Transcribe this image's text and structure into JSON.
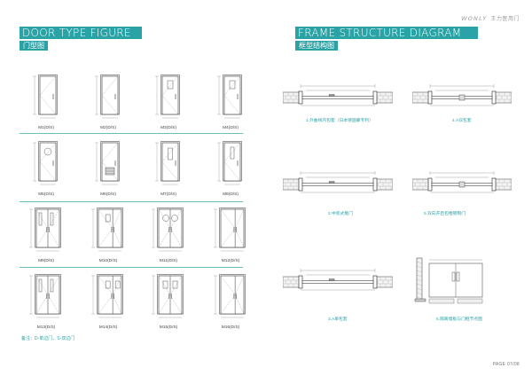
{
  "brand": {
    "logo": "WONLY",
    "name": "王力医用门"
  },
  "left": {
    "title_en": "DOOR TYPE FIGURE",
    "title_cn": "门型图",
    "doors": [
      "M1(D/S)",
      "M2(D/S)",
      "M3(D/S)",
      "M4(D/S)",
      "M5(D/S)",
      "M6(D/S)",
      "M7(D/S)",
      "M8(D/S)",
      "M9(D/S)",
      "M10(D/S)",
      "M11(D/S)",
      "M12(D/S)",
      "M13(D/S)",
      "M14(D/S)",
      "M15(D/S)",
      "M16(D/S)"
    ],
    "note": "备注：D-单边门、S-双边门"
  },
  "right": {
    "title_en": "FRAME STRUCTURE DIAGRAM",
    "title_cn": "框型结构图",
    "captions": [
      "1.外曲线内包套（日本德国蒙专利）",
      "4.A双包套",
      "2.中装式框门",
      "5.双向开启包框钢制门",
      "3.A单包套",
      "6.隔离墙板与门框节点图"
    ]
  },
  "page": "PAGE 07/08"
}
